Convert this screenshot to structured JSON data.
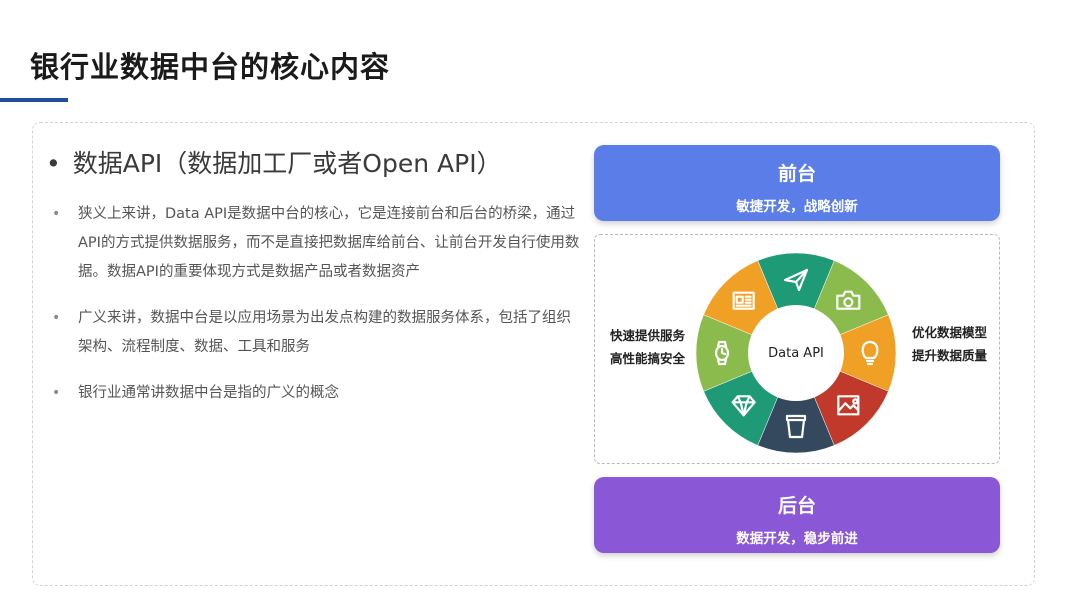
{
  "title": "银行业数据中台的核心内容",
  "left": {
    "bullet": "数据API（数据加工厂或者Open API）",
    "items": [
      "狭义上来讲，Data API是数据中台的核心，它是连接前台和后台的桥梁，通过API的方式提供数据服务，而不是直接把数据库给前台、让前台开发自行使用数据。数据API的重要体现方式是数据产品或者数据资产",
      "广义来讲，数据中台是以应用场景为出发点构建的数据服务体系，包括了组织架构、流程制度、数据、工具和服务",
      "银行业通常讲数据中台是指的广义的概念"
    ]
  },
  "front": {
    "title": "前台",
    "subtitle": "敏捷开发，战略创新",
    "color": "#5b7de8"
  },
  "back": {
    "title": "后台",
    "subtitle": "数据开发，稳步前进",
    "color": "#8a58d6"
  },
  "left_text": {
    "line1": "快速提供服务",
    "line2": "高性能搞安全"
  },
  "right_text": {
    "line1": "优化数据模型",
    "line2": "提升数据质量"
  },
  "wheel": {
    "center": "Data API",
    "segments": [
      {
        "icon": "paper-plane-icon",
        "color": "#1e9a76"
      },
      {
        "icon": "camera-icon",
        "color": "#8bbb4d"
      },
      {
        "icon": "lightbulb-icon",
        "color": "#f0a024"
      },
      {
        "icon": "picture-icon",
        "color": "#c0392b"
      },
      {
        "icon": "cup-icon",
        "color": "#34495e"
      },
      {
        "icon": "diamond-icon",
        "color": "#1e9a76"
      },
      {
        "icon": "watch-icon",
        "color": "#8bbb4d"
      },
      {
        "icon": "news-icon",
        "color": "#f0a024"
      }
    ]
  }
}
